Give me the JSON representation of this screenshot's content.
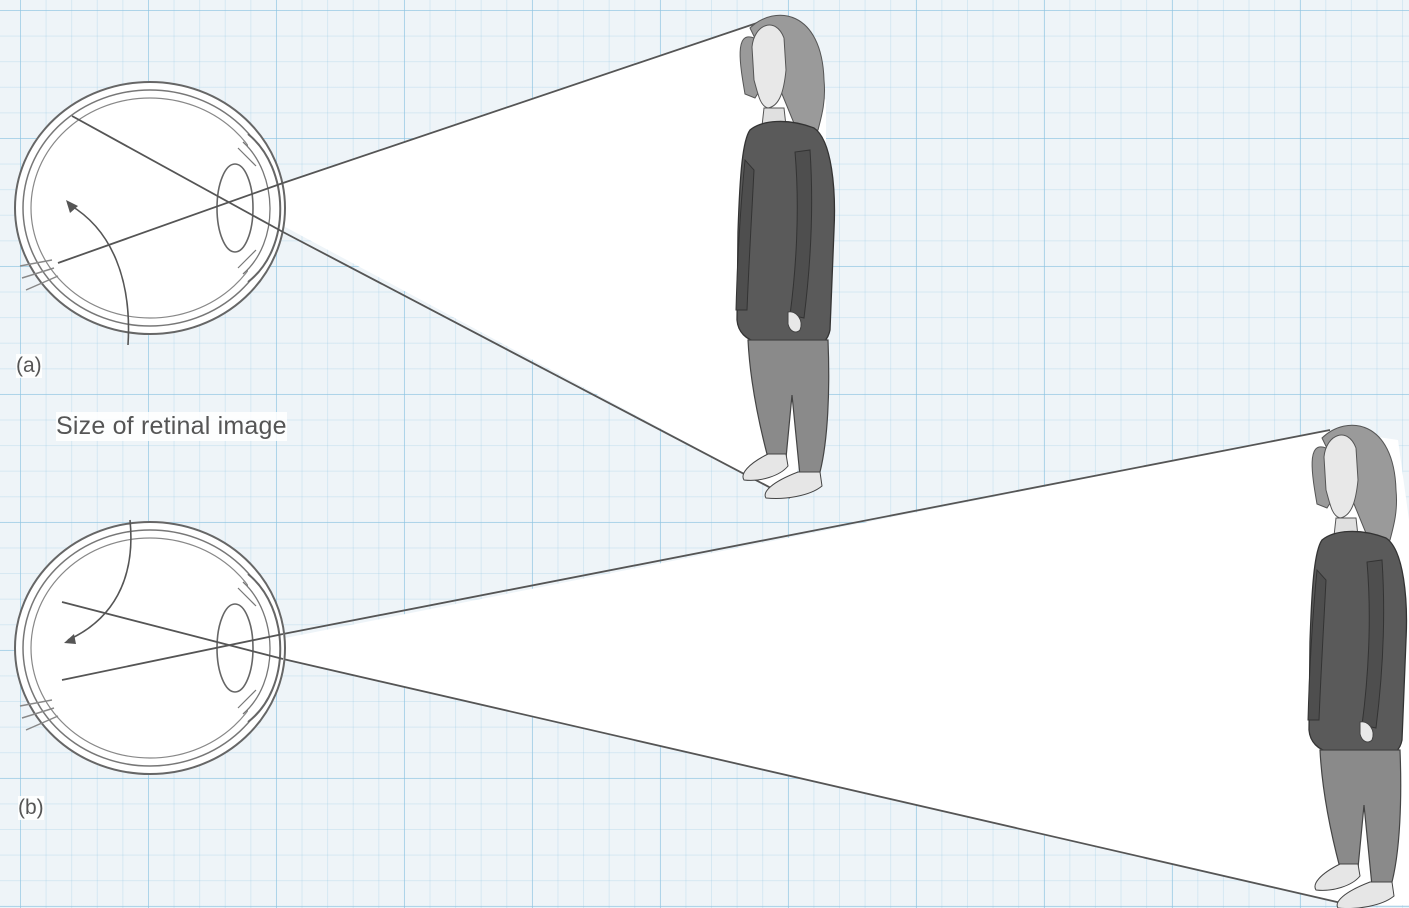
{
  "labels": {
    "panel_a": "(a)",
    "panel_b": "(b)",
    "retinal_image_caption": "Size of retinal image"
  },
  "colors": {
    "grid_line": "#8cc3e1",
    "sweater": "#5a5a5a",
    "pants": "#8a8a8a",
    "hair": "#9a9a9a",
    "line": "#555555"
  }
}
